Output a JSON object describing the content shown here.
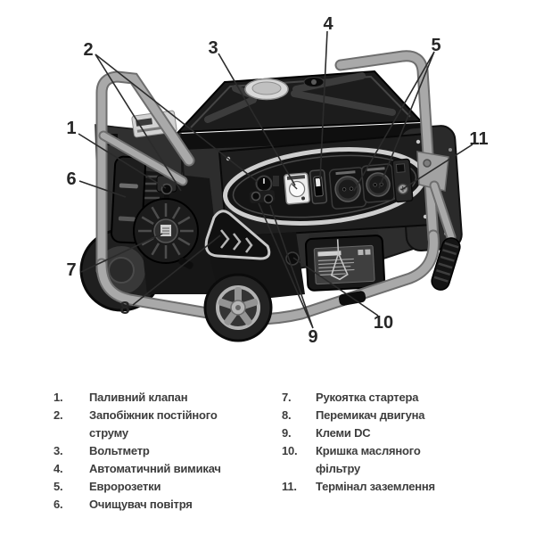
{
  "colors": {
    "background": "#ffffff",
    "legend_ink": "#3d3d3d",
    "callout_ink": "#262626",
    "leader_line": "#2b2b2b",
    "frame_gray": "#a9a9a9",
    "body_dark": "#262626",
    "chrome": "#d4d4d4"
  },
  "figure": {
    "callouts": [
      {
        "label": "1"
      },
      {
        "label": "2"
      },
      {
        "label": "3"
      },
      {
        "label": "4"
      },
      {
        "label": "5"
      },
      {
        "label": "6"
      },
      {
        "label": "7"
      },
      {
        "label": "8"
      },
      {
        "label": "9"
      },
      {
        "label": "10"
      },
      {
        "label": "11"
      }
    ]
  },
  "legend": {
    "left": [
      {
        "num": "1.",
        "text": "Паливний клапан"
      },
      {
        "num": "2.",
        "text": "Запобіжник постійного струму"
      },
      {
        "num": "3.",
        "text": "Вольтметр"
      },
      {
        "num": "4.",
        "text": "Автоматичний вимикач"
      },
      {
        "num": "5.",
        "text": "Евророзетки"
      },
      {
        "num": "6.",
        "text": "Очищувач повітря"
      }
    ],
    "right": [
      {
        "num": "7.",
        "text": "Рукоятка стартера"
      },
      {
        "num": "8.",
        "text": "Перемикач двигуна"
      },
      {
        "num": "9.",
        "text": "Клеми DC"
      },
      {
        "num": "10.",
        "text": "Кришка масляного фільтру"
      },
      {
        "num": "11.",
        "text": "Термінал заземлення"
      }
    ]
  }
}
